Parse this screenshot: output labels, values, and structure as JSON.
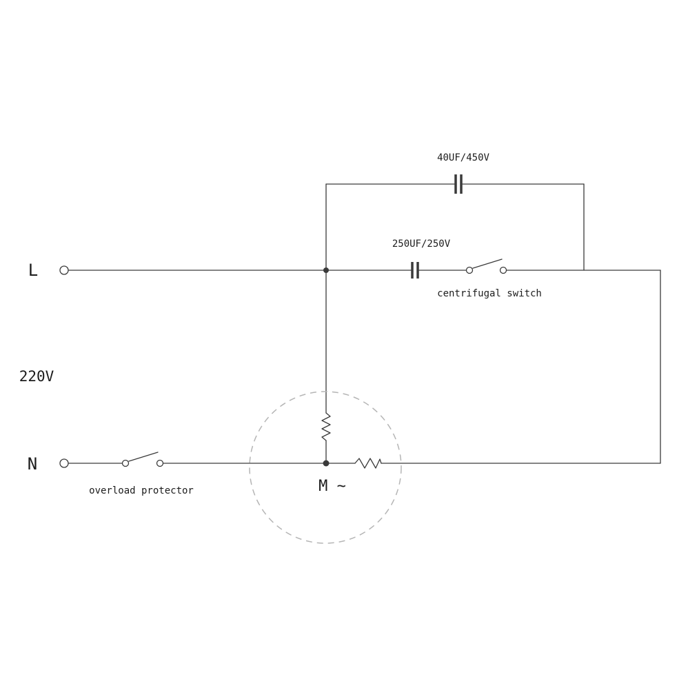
{
  "diagram": {
    "supply": {
      "line_label": "L",
      "voltage_label": "220V",
      "neutral_label": "N"
    },
    "components": {
      "start_capacitor_label": "40UF/450V",
      "run_capacitor_label": "250UF/250V",
      "centrifugal_switch_label": "centrifugal switch",
      "overload_protector_label": "overload protector",
      "motor_label": "M ~"
    },
    "colors": {
      "wire": "#3a3a3a",
      "text": "#1c1c1c",
      "motor_outline": "#b5b5b5",
      "background": "#ffffff"
    }
  }
}
